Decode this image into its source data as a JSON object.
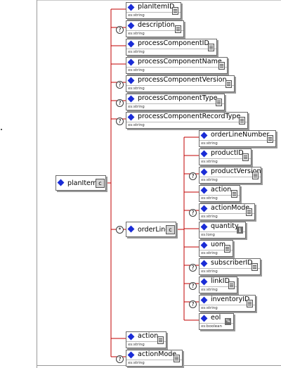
{
  "diagram": {
    "root": {
      "name": "planItem",
      "compositor": "c"
    },
    "elements": [
      {
        "name": "planItemID",
        "type": "xs:string",
        "optional": false
      },
      {
        "name": "description",
        "type": "xs:string",
        "optional": true
      },
      {
        "name": "processComponentID",
        "type": "xs:string",
        "optional": false
      },
      {
        "name": "processComponentName",
        "type": "xs:string",
        "optional": false
      },
      {
        "name": "processComponentVersion",
        "type": "xs:string",
        "optional": true
      },
      {
        "name": "processComponentType",
        "type": "xs:string",
        "optional": true
      },
      {
        "name": "processComponentRecordType",
        "type": "xs:string",
        "optional": true
      }
    ],
    "orderLine": {
      "name": "orderLine",
      "compositor": "c",
      "children": [
        {
          "name": "orderLineNumber",
          "type": "xs:string",
          "optional": false
        },
        {
          "name": "productID",
          "type": "xs:string",
          "optional": false
        },
        {
          "name": "productVersion",
          "type": "xs:string",
          "optional": true
        },
        {
          "name": "action",
          "type": "xs:string",
          "optional": false
        },
        {
          "name": "actionMode",
          "type": "xs:string",
          "optional": true
        },
        {
          "name": "quantity",
          "type": "xs:long",
          "optional": false
        },
        {
          "name": "uom",
          "type": "xs:string",
          "optional": false
        },
        {
          "name": "subscriberID",
          "type": "xs:string",
          "optional": true
        },
        {
          "name": "linkID",
          "type": "xs:string",
          "optional": true
        },
        {
          "name": "inventoryID",
          "type": "xs:string",
          "optional": true
        },
        {
          "name": "eol",
          "type": "xs:boolean",
          "optional": false
        }
      ]
    },
    "tail_elements": [
      {
        "name": "action",
        "type": "xs:string",
        "optional": false
      },
      {
        "name": "actionMode",
        "type": "xs:string",
        "optional": true
      }
    ],
    "icons": {
      "optional": "?",
      "repeat": "*",
      "info": "i",
      "bool": "%"
    },
    "colors": {
      "connector": "#c00000",
      "diamond": "#1a2cd6"
    }
  }
}
